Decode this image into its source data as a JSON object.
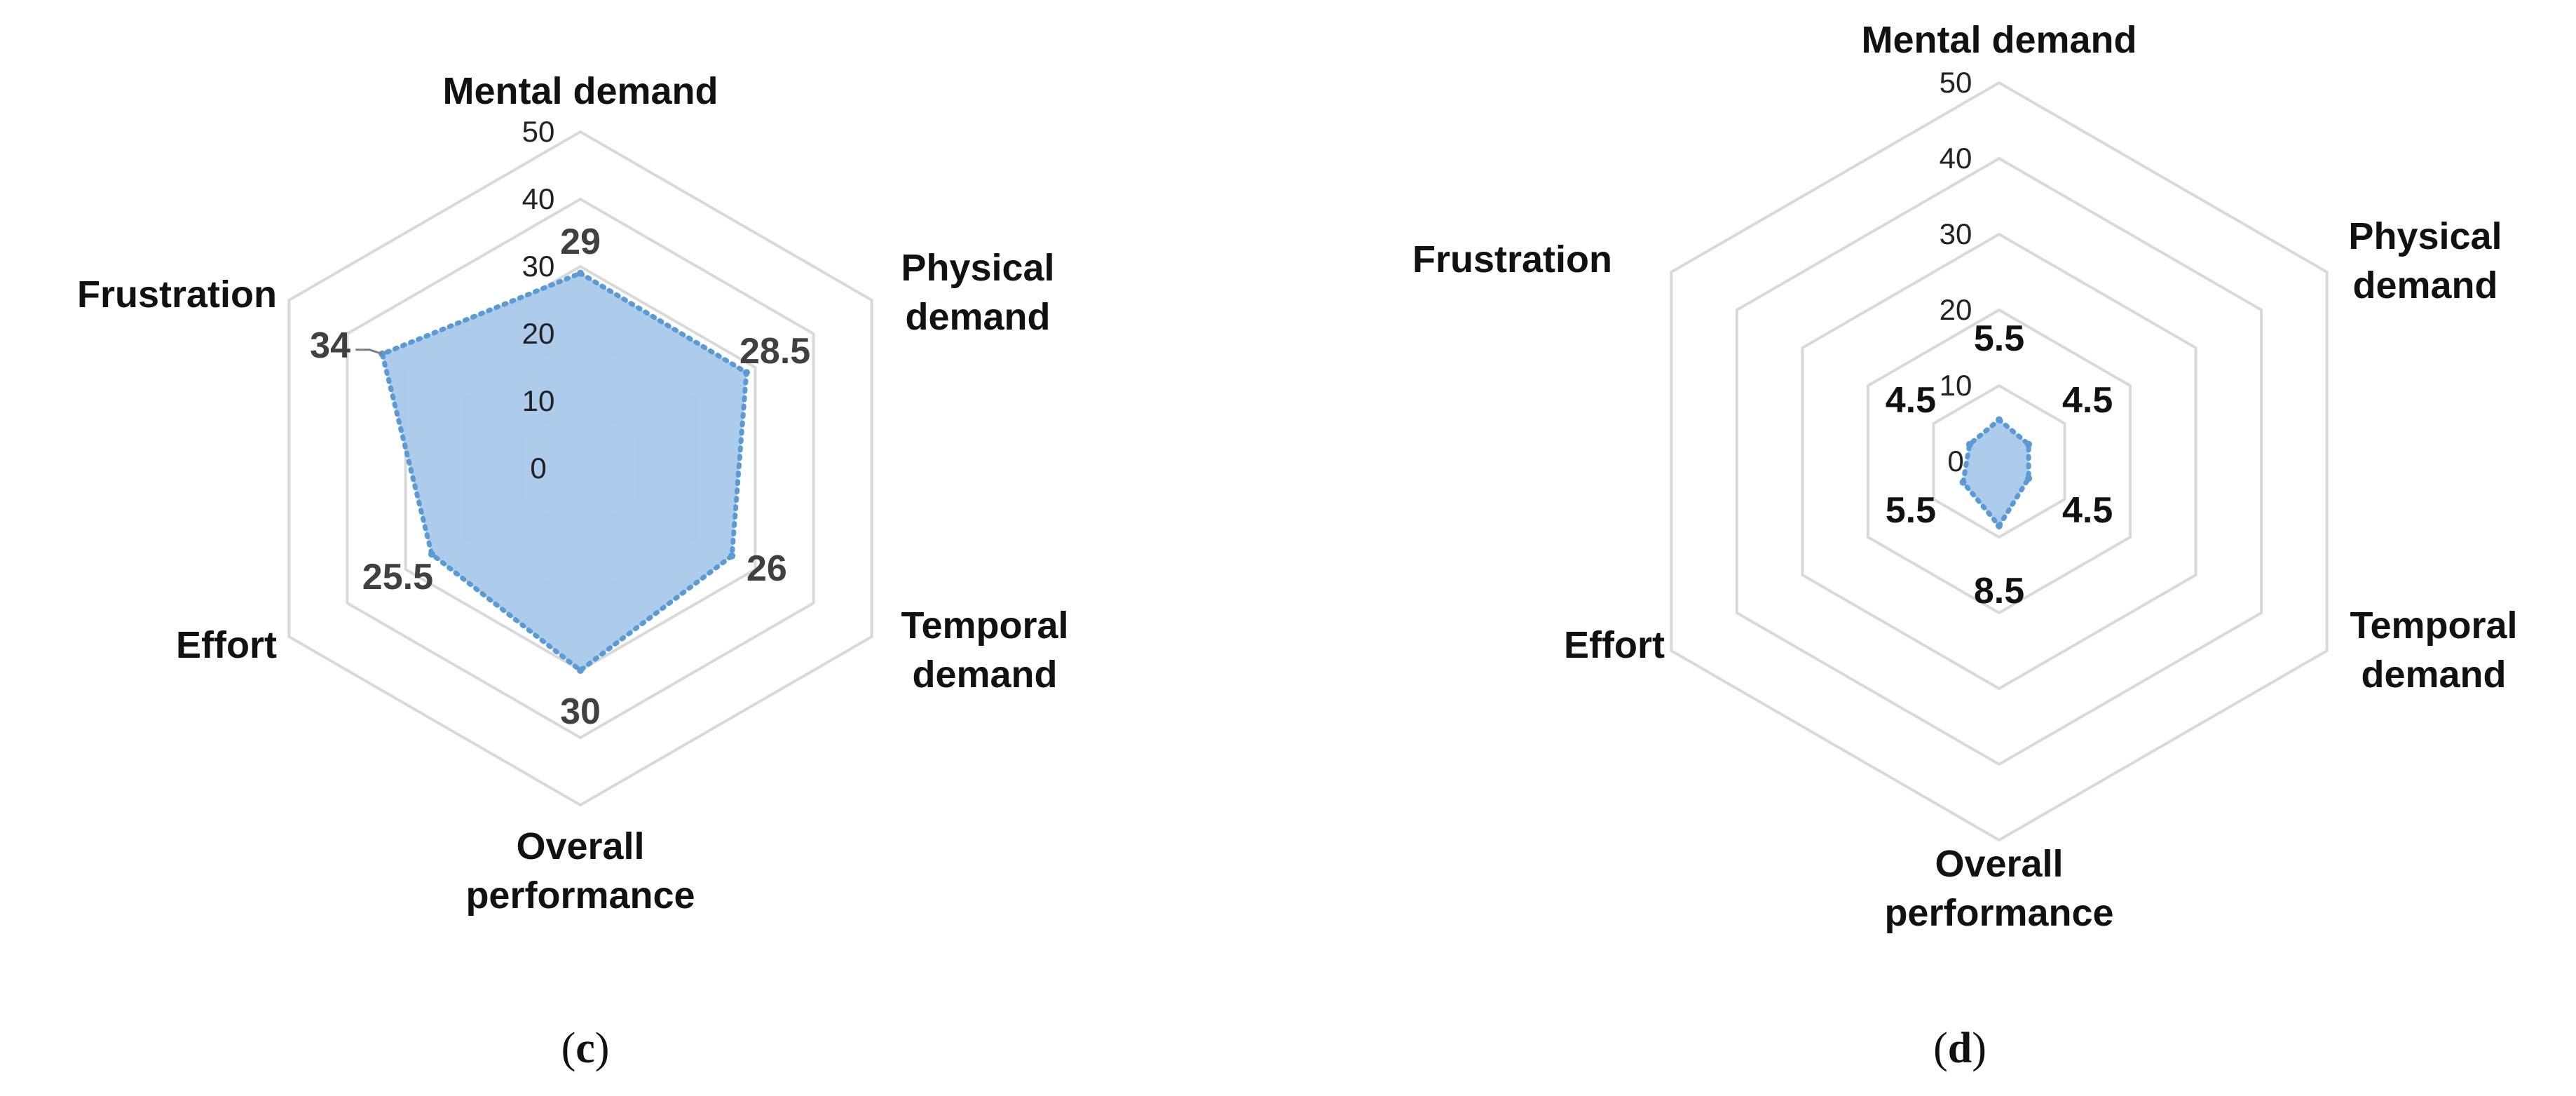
{
  "chart_data": [
    {
      "type": "radar",
      "panel_label": "c",
      "axes": [
        "Mental demand",
        "Physical demand",
        "Temporal demand",
        "Overall performance",
        "Effort",
        "Frustration"
      ],
      "values": [
        29,
        28.5,
        26,
        30,
        25.5,
        34
      ],
      "value_labels": [
        "29",
        "28.5",
        "26",
        "30",
        "25.5",
        "34"
      ],
      "rlim": [
        0,
        50
      ],
      "ticks": [
        "0",
        "10",
        "20",
        "30",
        "40",
        "50"
      ],
      "grid": true,
      "fill_color": "#a9c8ea",
      "line_color": "#5b9bd5",
      "grid_color": "#d9d9d9",
      "label_color": "#404040"
    },
    {
      "type": "radar",
      "panel_label": "d",
      "axes": [
        "Mental demand",
        "Physical demand",
        "Temporal demand",
        "Overall performance",
        "Effort",
        "Frustration"
      ],
      "values": [
        5.5,
        4.5,
        4.5,
        8.5,
        5.5,
        4.5
      ],
      "value_labels": [
        "5.5",
        "4.5",
        "4.5",
        "8.5",
        "5.5",
        "4.5"
      ],
      "rlim": [
        0,
        50
      ],
      "ticks": [
        "0",
        "10",
        "20",
        "30",
        "40",
        "50"
      ],
      "grid": true,
      "fill_color": "#a9c8ea",
      "line_color": "#5b9bd5",
      "grid_color": "#d9d9d9",
      "label_color": "#111111"
    }
  ]
}
